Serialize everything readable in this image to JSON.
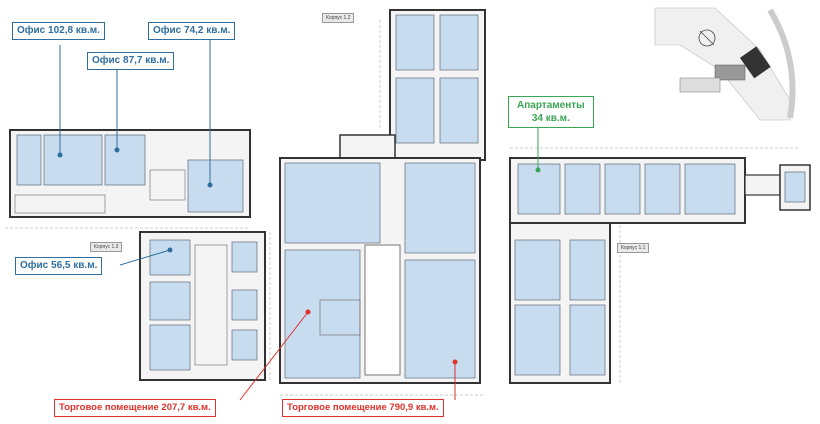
{
  "callouts": {
    "office_102": "Офис 102,8 кв.м.",
    "office_87": "Офис 87,7 кв.м.",
    "office_74": "Офис 74,2 кв.м.",
    "office_56": "Офис 56,5 кв.м.",
    "apartments_line1": "Апартаменты",
    "apartments_line2": "34 кв.м.",
    "retail_207": "Торговое помещение  207,7 кв.м.",
    "retail_790": "Торговое помещение  790,9 кв.м."
  },
  "building_tags": {
    "korpus_12": "Корпус 1.2",
    "korpus_13": "Корпус 1.3",
    "korpus_11": "Корпус 1.1"
  },
  "colors": {
    "office_accent": "#2f6e9e",
    "apartment_accent": "#3aa655",
    "retail_accent": "#e0312b",
    "room_fill": "#c8dcf0"
  }
}
